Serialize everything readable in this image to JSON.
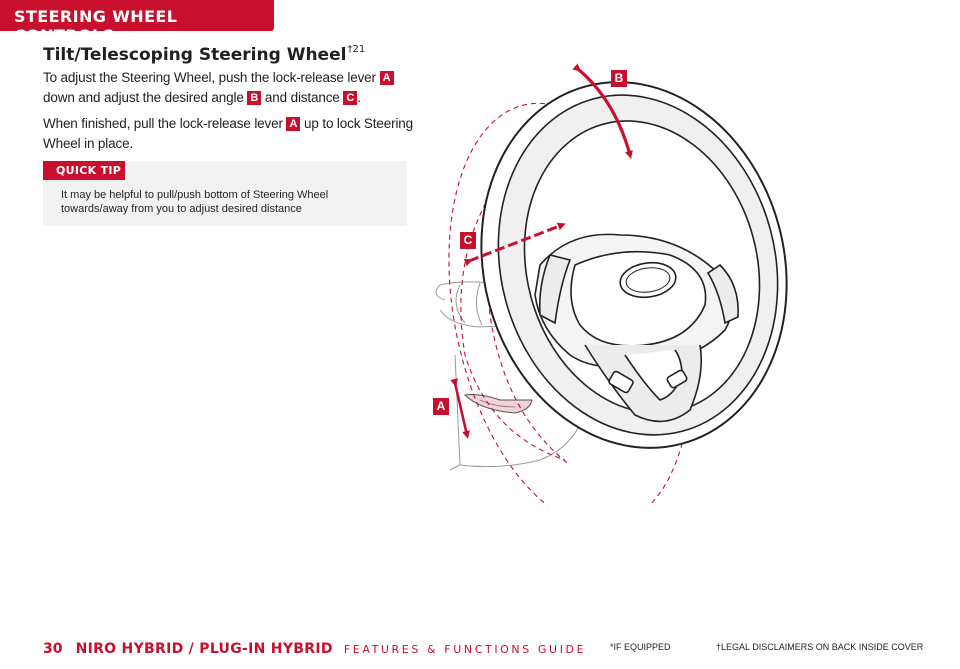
{
  "header": {
    "section_title": "STEERING WHEEL CONTROLS"
  },
  "article": {
    "title": "Tilt/Telescoping Steering Wheel",
    "title_sup": "†21",
    "para1": {
      "t1": "To adjust the Steering Wheel, push the lock-release lever ",
      "ref_a": "A",
      "t2": " down and adjust the desired angle ",
      "ref_b": "B",
      "t3": " and distance ",
      "ref_c": "C",
      "t4": "."
    },
    "para2": {
      "t1": "When finished, pull the lock-release lever ",
      "ref_a": "A",
      "t2": " up to lock Steering Wheel in place."
    }
  },
  "quick_tip": {
    "label": "QUICK TIP",
    "text": "It may be helpful to pull/push bottom of Steering Wheel towards/away from you to adjust desired distance"
  },
  "illustration": {
    "callouts": {
      "a": "A",
      "b": "B",
      "c": "C"
    },
    "accent_color": "#c8102e"
  },
  "footer": {
    "page_number": "30",
    "model": "NIRO HYBRID / PLUG-IN HYBRID",
    "guide": "FEATURES & FUNCTIONS GUIDE",
    "if_equipped": "*IF EQUIPPED",
    "legal": "†LEGAL DISCLAIMERS ON BACK INSIDE COVER"
  }
}
